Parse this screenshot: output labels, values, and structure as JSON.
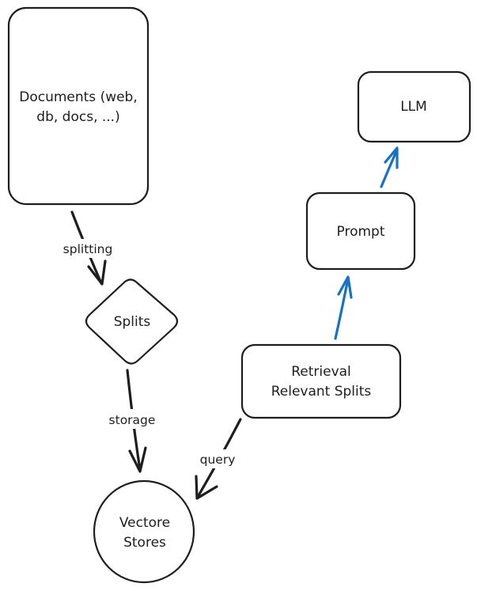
{
  "diagram": {
    "nodes": {
      "documents": {
        "line1": "Documents (web,",
        "line2": "db, docs, ...)"
      },
      "splits": {
        "label": "Splits"
      },
      "vector_stores": {
        "line1": "Vectore",
        "line2": "Stores"
      },
      "retrieval": {
        "line1": "Retrieval",
        "line2": "Relevant Splits"
      },
      "prompt": {
        "label": "Prompt"
      },
      "llm": {
        "label": "LLM"
      }
    },
    "edges": {
      "documents_to_splits": {
        "label": "splitting"
      },
      "splits_to_vector_stores": {
        "label": "storage"
      },
      "retrieval_to_vector_stores": {
        "label": "query"
      },
      "retrieval_to_prompt": {
        "label": ""
      },
      "prompt_to_llm": {
        "label": ""
      }
    },
    "colors": {
      "stroke": "#1e1e1e",
      "accent_arrow": "#1971c2",
      "background": "#ffffff"
    }
  }
}
